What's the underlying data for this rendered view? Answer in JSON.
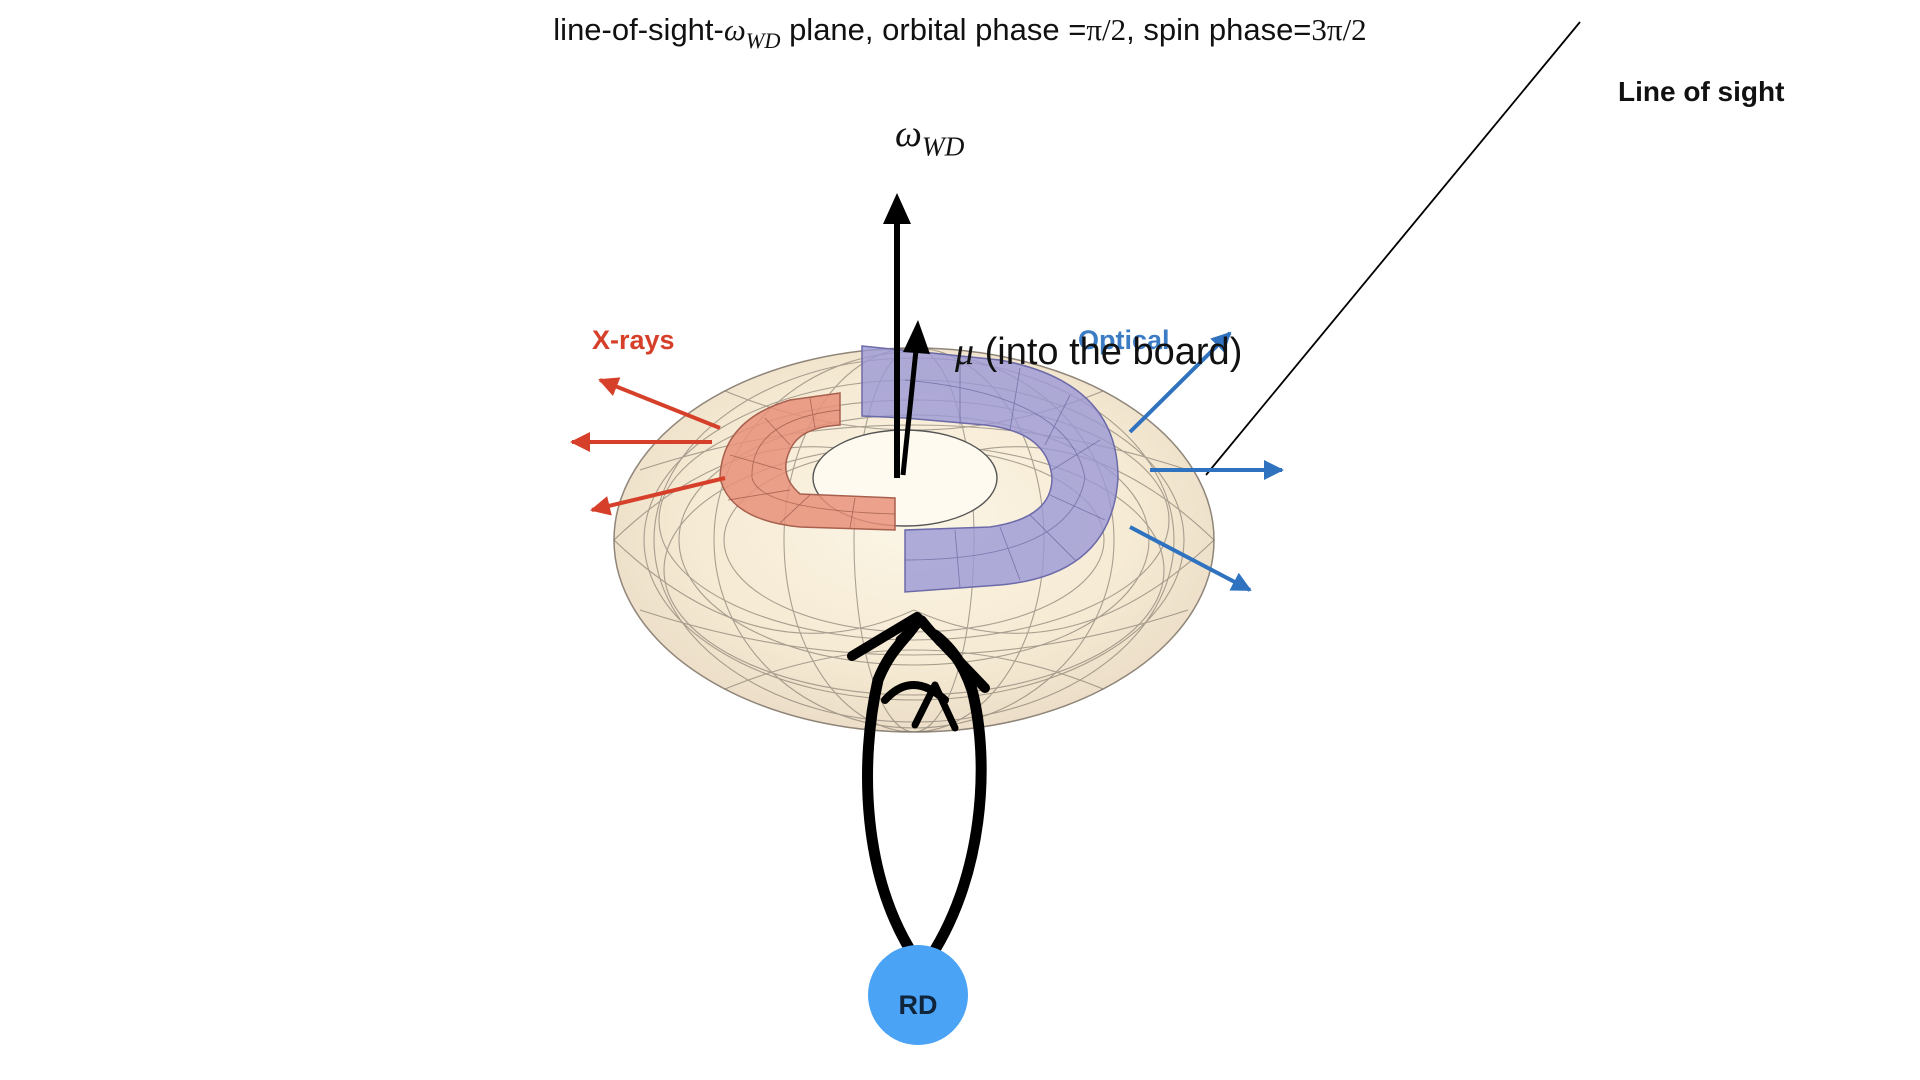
{
  "title": {
    "prefix": "line-of-sight-",
    "omega_symbol": "ω",
    "omega_subscript": "WD",
    "mid": " plane, orbital phase =",
    "orbital_phase": "π/2",
    "spin_text": ", spin phase=",
    "spin_phase": "3π/2"
  },
  "labels": {
    "omega_symbol": "ω",
    "omega_subscript": "WD",
    "line_of_sight": "Line of sight",
    "xrays": "X-rays",
    "optical": "Optical",
    "mu_symbol": "μ",
    "mu_text": " (into the board)",
    "rd": "RD"
  },
  "colors": {
    "xray": "#d6402a",
    "optical": "#3b7cc4",
    "torus_fill": "#f3e3c6",
    "xray_arc": "#e8907a",
    "optical_arc": "#9b98d6",
    "rd_fill": "#4aa3f5",
    "arrow": "#000000"
  },
  "icons": {
    "spin_axis": "arrow-up-icon",
    "magnetic_axis": "arrow-up-icon",
    "emission_arrows": "arrow-icon",
    "orbit": "loop-icon",
    "companion": "circle-icon"
  }
}
